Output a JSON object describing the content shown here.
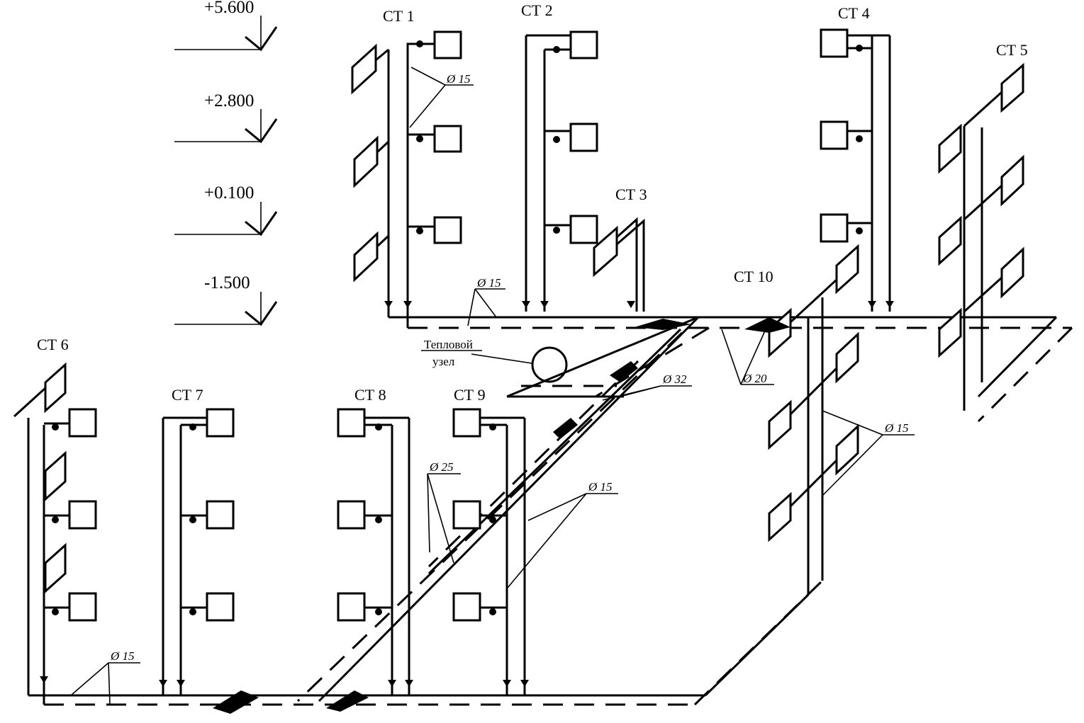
{
  "levels": [
    "+5.600",
    "+2.800",
    "+0.100",
    "-1.500"
  ],
  "risers": {
    "st1": "СТ 1",
    "st2": "СТ 2",
    "st3": "СТ 3",
    "st4": "СТ 4",
    "st5": "СТ 5",
    "st6": "СТ 6",
    "st7": "СТ 7",
    "st8": "СТ 8",
    "st9": "СТ 9",
    "st10": "СТ 10"
  },
  "diameters": {
    "d15": "Ø 15",
    "d20": "Ø 20",
    "d25": "Ø 25",
    "d32": "Ø 32"
  },
  "heat_node": {
    "line1": "Тепловой",
    "line2": "узел"
  },
  "colors": {
    "line": "#000000",
    "background": "#ffffff"
  }
}
